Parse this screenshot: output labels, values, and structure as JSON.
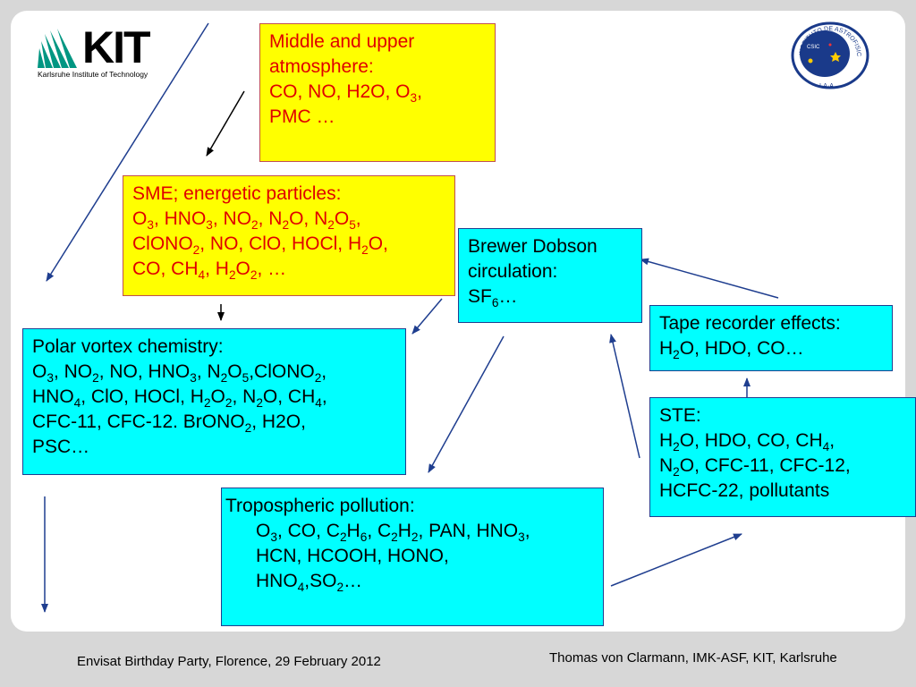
{
  "logos": {
    "kit_word": "KIT",
    "kit_subtitle": "Karlsruhe Institute of Technology",
    "kit_color": "#009682",
    "iaa_ring_text": "INSTITUTO DE ASTROFISICA DE ANDALUCIA",
    "iaa_abbrev": "I·A·A",
    "iaa_inner": "CSIC",
    "iaa_color": "#1a3a8a"
  },
  "boxes": {
    "middle_upper": {
      "lines": [
        [
          "Middle and upper"
        ],
        [
          "atmosphere:"
        ],
        [
          "CO, NO, H2O, O",
          "3",
          ", "
        ],
        [
          "PMC …"
        ]
      ]
    },
    "sme": {
      "lines": [
        [
          "SME; energetic particles:"
        ],
        [
          "O",
          "3",
          ", HNO",
          "3",
          ", NO",
          "2",
          ", N",
          "2",
          "O, N",
          "2",
          "O",
          "5",
          ","
        ],
        [
          "ClONO",
          "2",
          ", NO, ClO, HOCl, H",
          "2",
          "O,"
        ],
        [
          "CO, CH",
          "4",
          ", H",
          "2",
          "O",
          "2",
          ", …"
        ]
      ]
    },
    "brewer": {
      "lines": [
        [
          "Brewer Dobson"
        ],
        [
          "circulation:"
        ],
        [
          "SF",
          "6",
          "…"
        ]
      ]
    },
    "polar": {
      "lines": [
        [
          "Polar vortex chemistry:"
        ],
        [
          "O",
          "3",
          ", NO",
          "2",
          ", NO, HNO",
          "3",
          ", N",
          "2",
          "O",
          "5",
          ",ClONO",
          "2",
          ","
        ],
        [
          "HNO",
          "4",
          ", ClO, HOCl, H",
          "2",
          "O",
          "2",
          ", N",
          "2",
          "O, CH",
          "4",
          ","
        ],
        [
          "CFC-11, CFC-12. BrONO",
          "2",
          ", H2O,"
        ],
        [
          "PSC…"
        ]
      ]
    },
    "tape": {
      "lines": [
        [
          "Tape recorder effects:"
        ],
        [
          "H",
          "2",
          "O, HDO, CO…"
        ]
      ]
    },
    "ste": {
      "lines": [
        [
          "STE:"
        ],
        [
          "H",
          "2",
          "O, HDO, CO, CH",
          "4",
          ","
        ],
        [
          "N",
          "2",
          "O, CFC-11, CFC-12,"
        ],
        [
          "HCFC-22, pollutants"
        ]
      ]
    },
    "tropo": {
      "lines": [
        [
          "Tropospheric pollution:"
        ],
        [
          "O",
          "3",
          ", CO, C",
          "2",
          "H",
          "6",
          ", C",
          "2",
          "H",
          "2",
          ", PAN, HNO",
          "3",
          ","
        ],
        [
          "HCN, HCOOH, HONO,"
        ],
        [
          "HNO",
          "4",
          ",SO",
          "2",
          "…"
        ]
      ]
    }
  },
  "colors": {
    "yellow_fill": "#ffff00",
    "red_text": "#e00000",
    "cyan_fill": "#00ffff",
    "arrow": "#1f3e8f"
  },
  "footer": {
    "left": "Envisat Birthday Party, Florence, 29 February 2012",
    "right": "Thomas von Clarmann, IMK-ASF, KIT, Karlsruhe"
  }
}
